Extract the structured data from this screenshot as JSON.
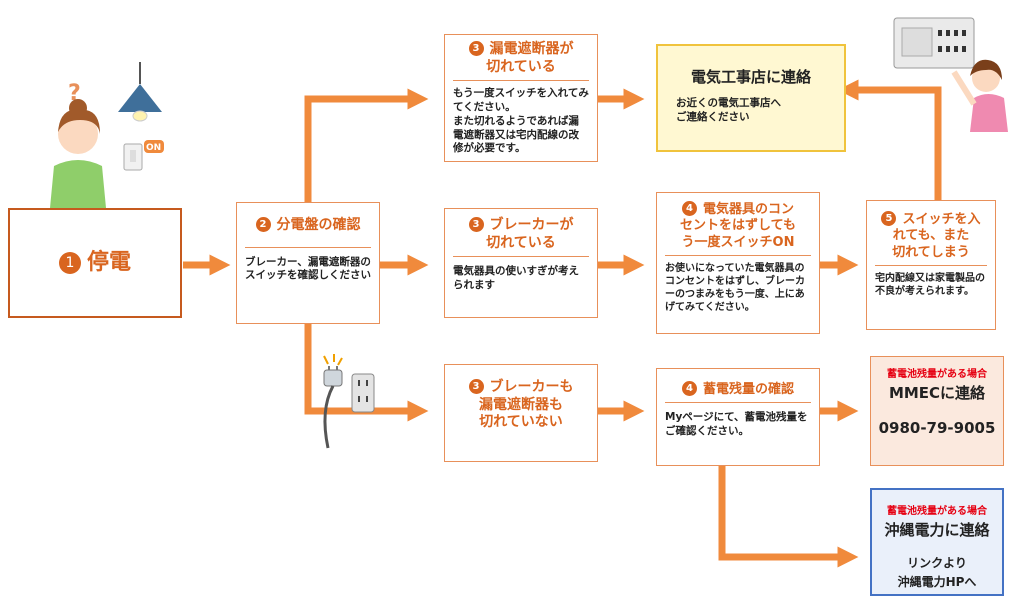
{
  "outage": {
    "num": "1",
    "label": "停電"
  },
  "panel": {
    "num": "2",
    "title": "分電盤の確認",
    "body": "ブレーカー、漏電遮断器のスイッチを確認しください"
  },
  "earth_leak": {
    "num": "3",
    "title_l1": "漏電遮断器が",
    "title_l2": "切れている",
    "body": "もう一度スイッチを入れてみてください。\nまた切れるようであれば漏電遮断器又は宅内配線の改修が必要です。"
  },
  "breaker": {
    "num": "3",
    "title_l1": "ブレーカーが",
    "title_l2": "切れている",
    "body": "電気器具の使いすぎが考えられます"
  },
  "neither": {
    "num": "3",
    "title_l1": "ブレーカーも",
    "title_l2": "漏電遮断器も",
    "title_l3": "切れていない"
  },
  "electrician": {
    "title": "電気工事店に連絡",
    "body": "お近くの電気工事店へ\nご連絡ください"
  },
  "unplug": {
    "num": "4",
    "title_l1": "電気器具のコン",
    "title_l2": "セントをはずしても",
    "title_l3": "う一度スイッチON",
    "body": "お使いになっていた電気器具のコンセントをはずし、ブレーカーのつまみをもう一度、上にあげてみてください。"
  },
  "trips_again": {
    "num": "5",
    "title_l1": "スイッチを入",
    "title_l2": "れても、また",
    "title_l3": "切れてしまう",
    "body": "宅内配線又は家電製品の不良が考えられます。"
  },
  "battery": {
    "num": "4",
    "title": "蓄電残量の確認",
    "body": "Myページにて、蓄電池残量をご確認ください。"
  },
  "mmec": {
    "note": "蓄電池残量がある場合",
    "title": "MMECに連絡",
    "phone": "0980-79-9005"
  },
  "okiden": {
    "note": "蓄電池残量がある場合",
    "title": "沖縄電力に連絡",
    "link_l1": "リンクより",
    "link_l2": "沖縄電力HPへ"
  },
  "icons": {
    "on_label": "ON",
    "question": "?"
  },
  "colors": {
    "arrow": "#f08a3c",
    "accent": "#d9651f",
    "yellow_bg": "#fff8d2",
    "yellow_border": "#f0c33c",
    "peach_bg": "#fbe9de",
    "blue_bg": "#eaf0fa",
    "blue_border": "#4472c4",
    "red": "#e60012"
  }
}
